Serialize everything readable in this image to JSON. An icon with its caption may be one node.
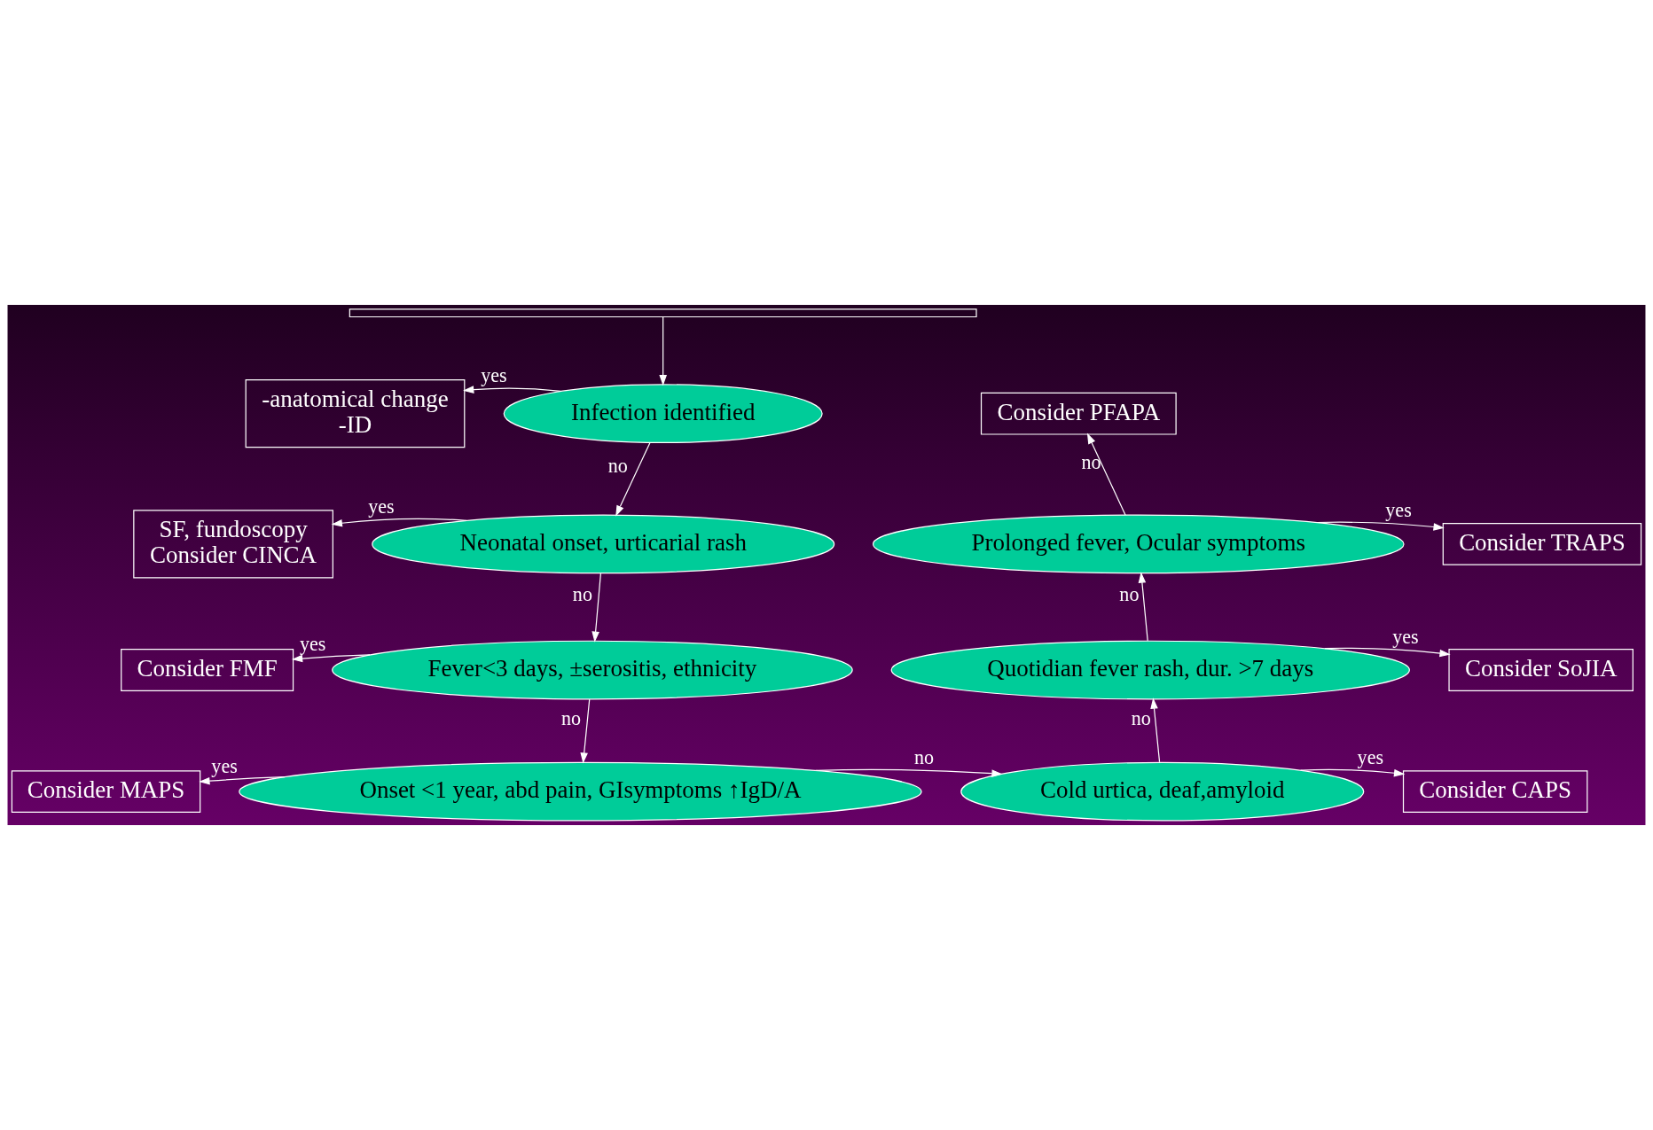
{
  "diagram": {
    "nodes": [
      {
        "text": [],
        "shape": "box"
      },
      {
        "text": [
          "Infection identified"
        ]
      },
      {
        "text": [
          "-anatomical change",
          "-ID"
        ]
      },
      {
        "text": [
          "Neonatal onset, urticarial rash"
        ]
      },
      {
        "text": [
          "SF, fundoscopy",
          "Consider CINCA"
        ]
      },
      {
        "text": [
          "Fever<3 days, ±serositis, ethnicity"
        ]
      },
      {
        "text": [
          "Consider FMF"
        ]
      },
      {
        "text": [
          "Onset <1 year, abd pain, GIsymptoms ↑IgD/A"
        ]
      },
      {
        "text": [
          "Consider MAPS"
        ]
      },
      {
        "text": [
          "Cold urtica, deaf,amyloid"
        ]
      },
      {
        "text": [
          "Consider CAPS"
        ]
      },
      {
        "text": [
          "Quotidian fever rash, dur. >7 days"
        ]
      },
      {
        "text": [
          "Consider SoJIA"
        ]
      },
      {
        "text": [
          "Prolonged fever, Ocular symptoms"
        ]
      },
      {
        "text": [
          "Consider TRAPS"
        ]
      },
      {
        "text": [
          "Consider PFAPA"
        ]
      }
    ],
    "edges": [
      {
        "from": 0,
        "to": 1,
        "arrow": "to"
      },
      {
        "from": 1,
        "to": 2,
        "arrow": "to",
        "label": "yes"
      },
      {
        "from": 1,
        "to": 3,
        "arrow": "to",
        "label": "no"
      },
      {
        "from": 3,
        "to": 4,
        "arrow": "to",
        "label": "yes"
      },
      {
        "from": 3,
        "to": 5,
        "arrow": "to",
        "label": "no"
      },
      {
        "from": 5,
        "to": 6,
        "arrow": "to",
        "label": "yes"
      },
      {
        "from": 5,
        "to": 7,
        "arrow": "to",
        "label": "no"
      },
      {
        "from": 7,
        "to": 8,
        "arrow": "to",
        "label": "yes"
      },
      {
        "from": 7,
        "to": 9,
        "arrow": "to",
        "label": "no"
      },
      {
        "from": 9,
        "to": 10,
        "arrow": "to",
        "label": "yes"
      },
      {
        "from": 9,
        "to": 11,
        "arrow": "to",
        "label": "no"
      },
      {
        "from": 11,
        "to": 12,
        "arrow": "to",
        "label": "yes"
      },
      {
        "from": 11,
        "to": 13,
        "arrow": "to",
        "label": "no"
      },
      {
        "from": 13,
        "to": 14,
        "arrow": "to",
        "label": "yes"
      },
      {
        "from": 13,
        "to": 15,
        "arrow": "to",
        "label": "no"
      }
    ]
  }
}
